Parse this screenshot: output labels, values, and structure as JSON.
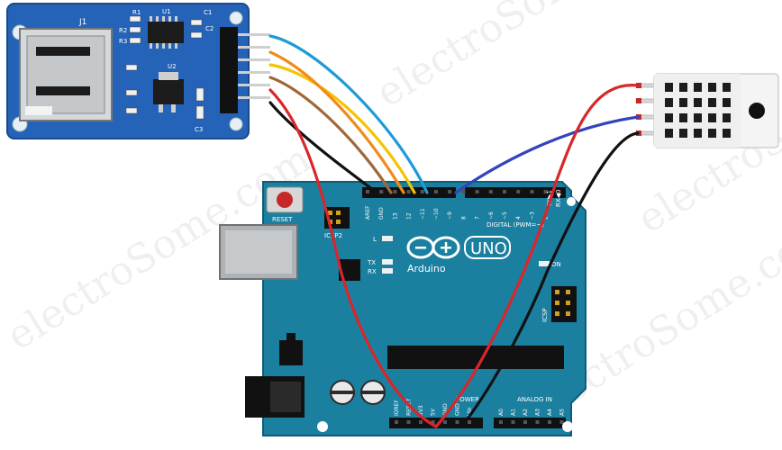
{
  "watermark": "electroSome.com",
  "sd_module": {
    "labels": [
      "J1",
      "U1",
      "U2",
      "R1",
      "R2",
      "R3",
      "C1",
      "C2",
      "C3"
    ]
  },
  "arduino": {
    "brand": "Arduino",
    "model": "UNO",
    "reset_label": "RESET",
    "icsp2_label": "ICSP2",
    "icsp_label": "ICSP",
    "digital_label": "DIGITAL (PWM=~)",
    "analog_label": "ANALOG IN",
    "power_label": "POWER",
    "on_label": "ON",
    "l_label": "L",
    "tx_label": "TX",
    "rx_label": "RX",
    "tx_pin_label": "TX▶1",
    "rx_pin_label": "RX◀0",
    "top_pins": [
      "AREF",
      "GND",
      "13",
      "12",
      "~11",
      "~10",
      "~9",
      "8",
      "7",
      "~6",
      "~5",
      "4",
      "~3",
      "2"
    ],
    "power_pins": [
      "IOREF",
      "RESET",
      "3V3",
      "5V",
      "GND",
      "GND",
      "Vin"
    ],
    "analog_pins": [
      "A0",
      "A1",
      "A2",
      "A3",
      "A4",
      "A5"
    ]
  },
  "wire_colors": {
    "black": "#111111",
    "red": "#d9262b",
    "blue_dark": "#3344bb",
    "cyan": "#1e9bd7",
    "orange": "#f08a1c",
    "yellow": "#f5c400",
    "brown": "#a0683a",
    "board": "#1b7fa0",
    "sd_board": "#2563b8"
  }
}
